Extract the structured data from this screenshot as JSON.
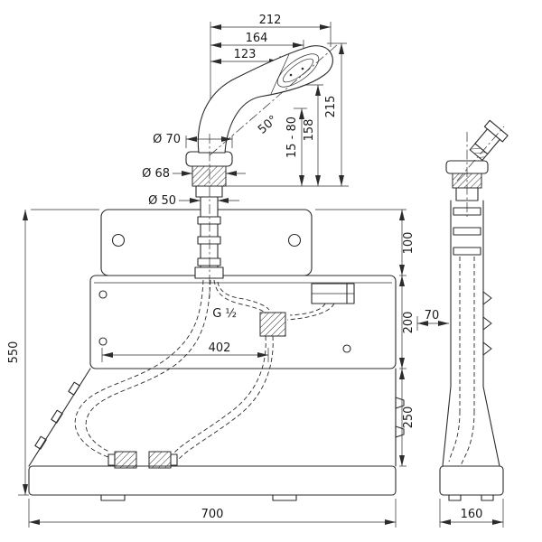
{
  "colors": {
    "line": "#2b2b2b",
    "background": "#ffffff"
  },
  "front_view": {
    "top_dims": {
      "outer": "212",
      "mid": "164",
      "inner": "123"
    },
    "shower_dims": {
      "overall_height": "215",
      "spray_height": "158",
      "mount_range": "15 - 80",
      "angle": "50°"
    },
    "diameters": {
      "escutcheon": "Ø 70",
      "thread": "Ø 68",
      "pipe": "Ø 50"
    },
    "right_dims": {
      "upper": "100",
      "middle": "200",
      "lower": "250"
    },
    "height": "550",
    "inner_width": "402",
    "thread_size": "G ½",
    "base_width": "700"
  },
  "side_view": {
    "pipe_offset": "70",
    "base_depth": "160"
  }
}
